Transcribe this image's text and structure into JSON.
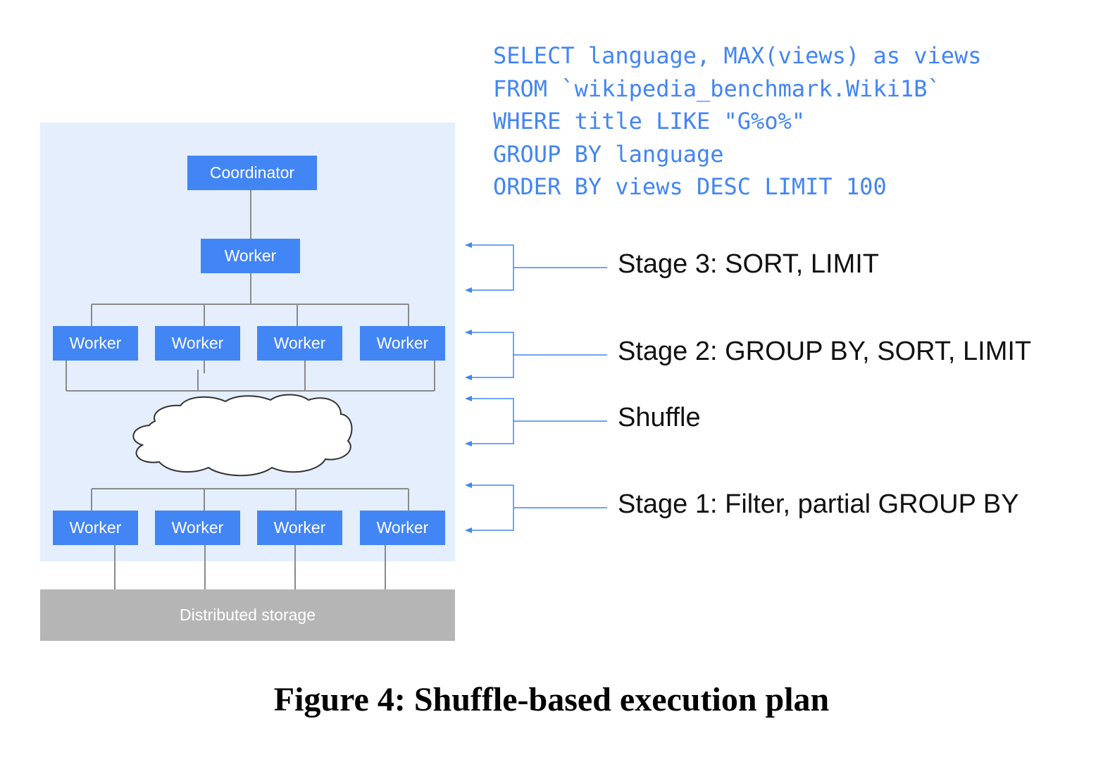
{
  "sql": {
    "lines": [
      "SELECT language, MAX(views) as views",
      "FROM `wikipedia_benchmark.Wiki1B`",
      "WHERE title LIKE \"G%o%\"",
      "GROUP BY language",
      "ORDER BY views DESC LIMIT 100"
    ]
  },
  "diagram": {
    "coordinator": "Coordinator",
    "stage3_worker": "Worker",
    "stage2_workers": [
      "Worker",
      "Worker",
      "Worker",
      "Worker"
    ],
    "stage1_workers": [
      "Worker",
      "Worker",
      "Worker",
      "Worker"
    ],
    "storage": "Distributed storage"
  },
  "stages": {
    "stage3": "Stage 3: SORT, LIMIT",
    "stage2": "Stage 2: GROUP BY, SORT, LIMIT",
    "shuffle": "Shuffle",
    "stage1": "Stage 1: Filter, partial GROUP BY"
  },
  "caption": "Figure 4: Shuffle-based execution plan",
  "colors": {
    "panel": "#e4eefc",
    "node": "#4285f4",
    "storage": "#b5b5b5",
    "connector": "#8a8a8a",
    "bracket": "#4285f4"
  }
}
